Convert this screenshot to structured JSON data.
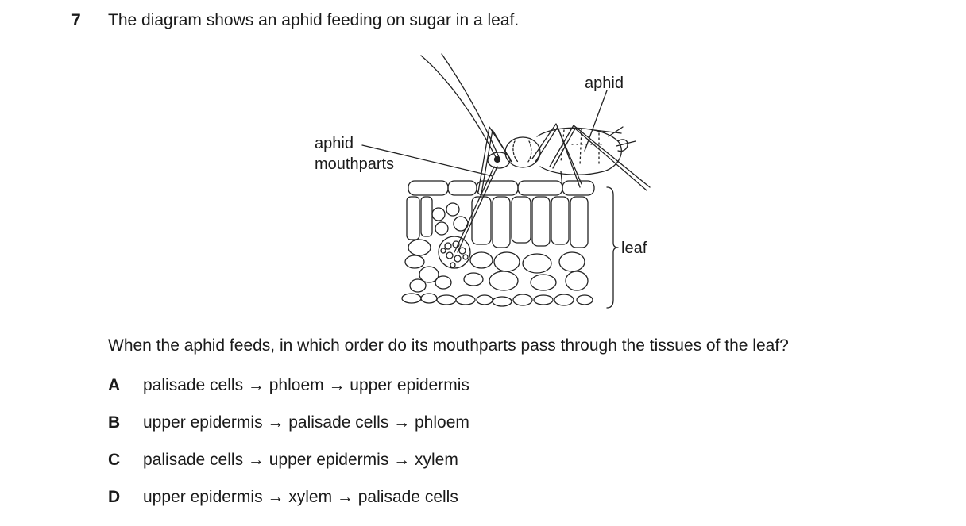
{
  "question": {
    "number": "7",
    "stem": "The diagram shows an aphid feeding on sugar in a leaf.",
    "prompt": "When the aphid feeds, in which order do its mouthparts pass through the tissues of the leaf?"
  },
  "diagram": {
    "labels": {
      "aphid": "aphid",
      "mouthparts_line1": "aphid",
      "mouthparts_line2": "mouthparts",
      "leaf": "leaf"
    }
  },
  "options": [
    {
      "letter": "A",
      "text": "palisade cells → phloem → upper epidermis"
    },
    {
      "letter": "B",
      "text": "upper epidermis → palisade cells → phloem"
    },
    {
      "letter": "C",
      "text": "palisade cells → upper epidermis → xylem"
    },
    {
      "letter": "D",
      "text": "upper epidermis → xylem → palisade cells"
    }
  ]
}
